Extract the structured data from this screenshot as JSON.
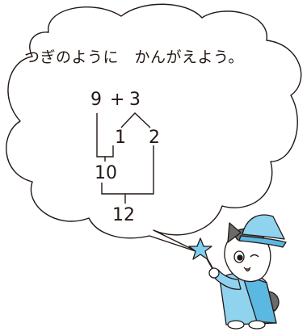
{
  "bubble": {
    "prompt": "つぎのように　かんがえよう。"
  },
  "diagram": {
    "expr": {
      "a": "9",
      "op": "+",
      "b": "3"
    },
    "split": {
      "left": "1",
      "right": "2"
    },
    "partial": "10",
    "result": "12"
  },
  "colors": {
    "outline": "#231815",
    "cat_fur": "#ffffff",
    "cat_dark": "#6b6b6b",
    "robe": "#8fd3ef",
    "robe_dark": "#5bb8e0",
    "star": "#7fd0f0"
  }
}
